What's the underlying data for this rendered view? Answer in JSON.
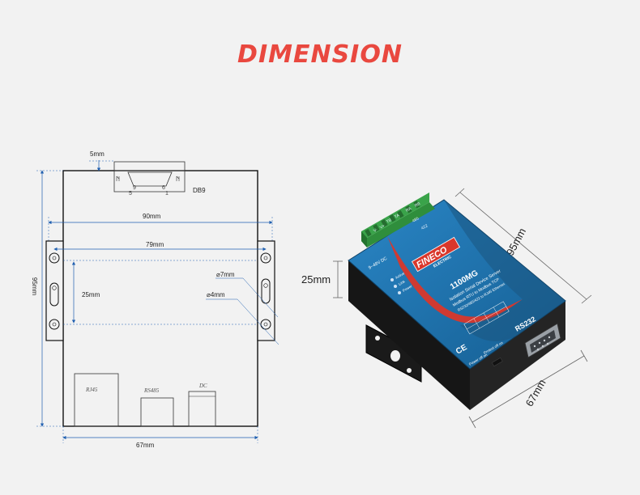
{
  "title": "DIMENSION",
  "drawing": {
    "dim_5mm": "5mm",
    "connector_label": "DB9",
    "pin_9": "9",
    "pin_6": "6",
    "pin_5": "5",
    "pin_1": "1",
    "dim_90mm": "90mm",
    "dim_79mm": "79mm",
    "dim_95mm": "95mm",
    "dim_25mm": "25mm",
    "hole_7mm": "⌀7mm",
    "hole_4mm": "⌀4mm",
    "port_rj45": "RJ45",
    "port_rs485": "RS485",
    "port_dc": "DC",
    "dim_67mm": "67mm"
  },
  "device": {
    "dim_95mm": "95mm",
    "dim_25mm": "25mm",
    "dim_67mm": "67mm",
    "brand": "FINECO",
    "brand_sub": "ELECTRIC",
    "model": "1100MG",
    "subtitle": "Isolation Serial Device Server",
    "protocol": "Modbus RTU to Modbus TCP",
    "ports_line": "RS232/485/422 to RJ45 Ethernet",
    "power_label": "9~48V DC",
    "led_active": "Active",
    "led_link": "Link",
    "led_power": "Power",
    "rs232_label": "RS232",
    "ce_mark": "CE",
    "power_switch": "Power off on",
    "protect_switch": "Protect off on",
    "terminal_labels": [
      "485",
      "422",
      "RA",
      "RB",
      "TA",
      "TB",
      "V-",
      "V+"
    ]
  },
  "colors": {
    "title": "#e9483f",
    "device_blue": "#1f6fa8",
    "device_red": "#d9372b",
    "terminal_green": "#3aa34a"
  }
}
